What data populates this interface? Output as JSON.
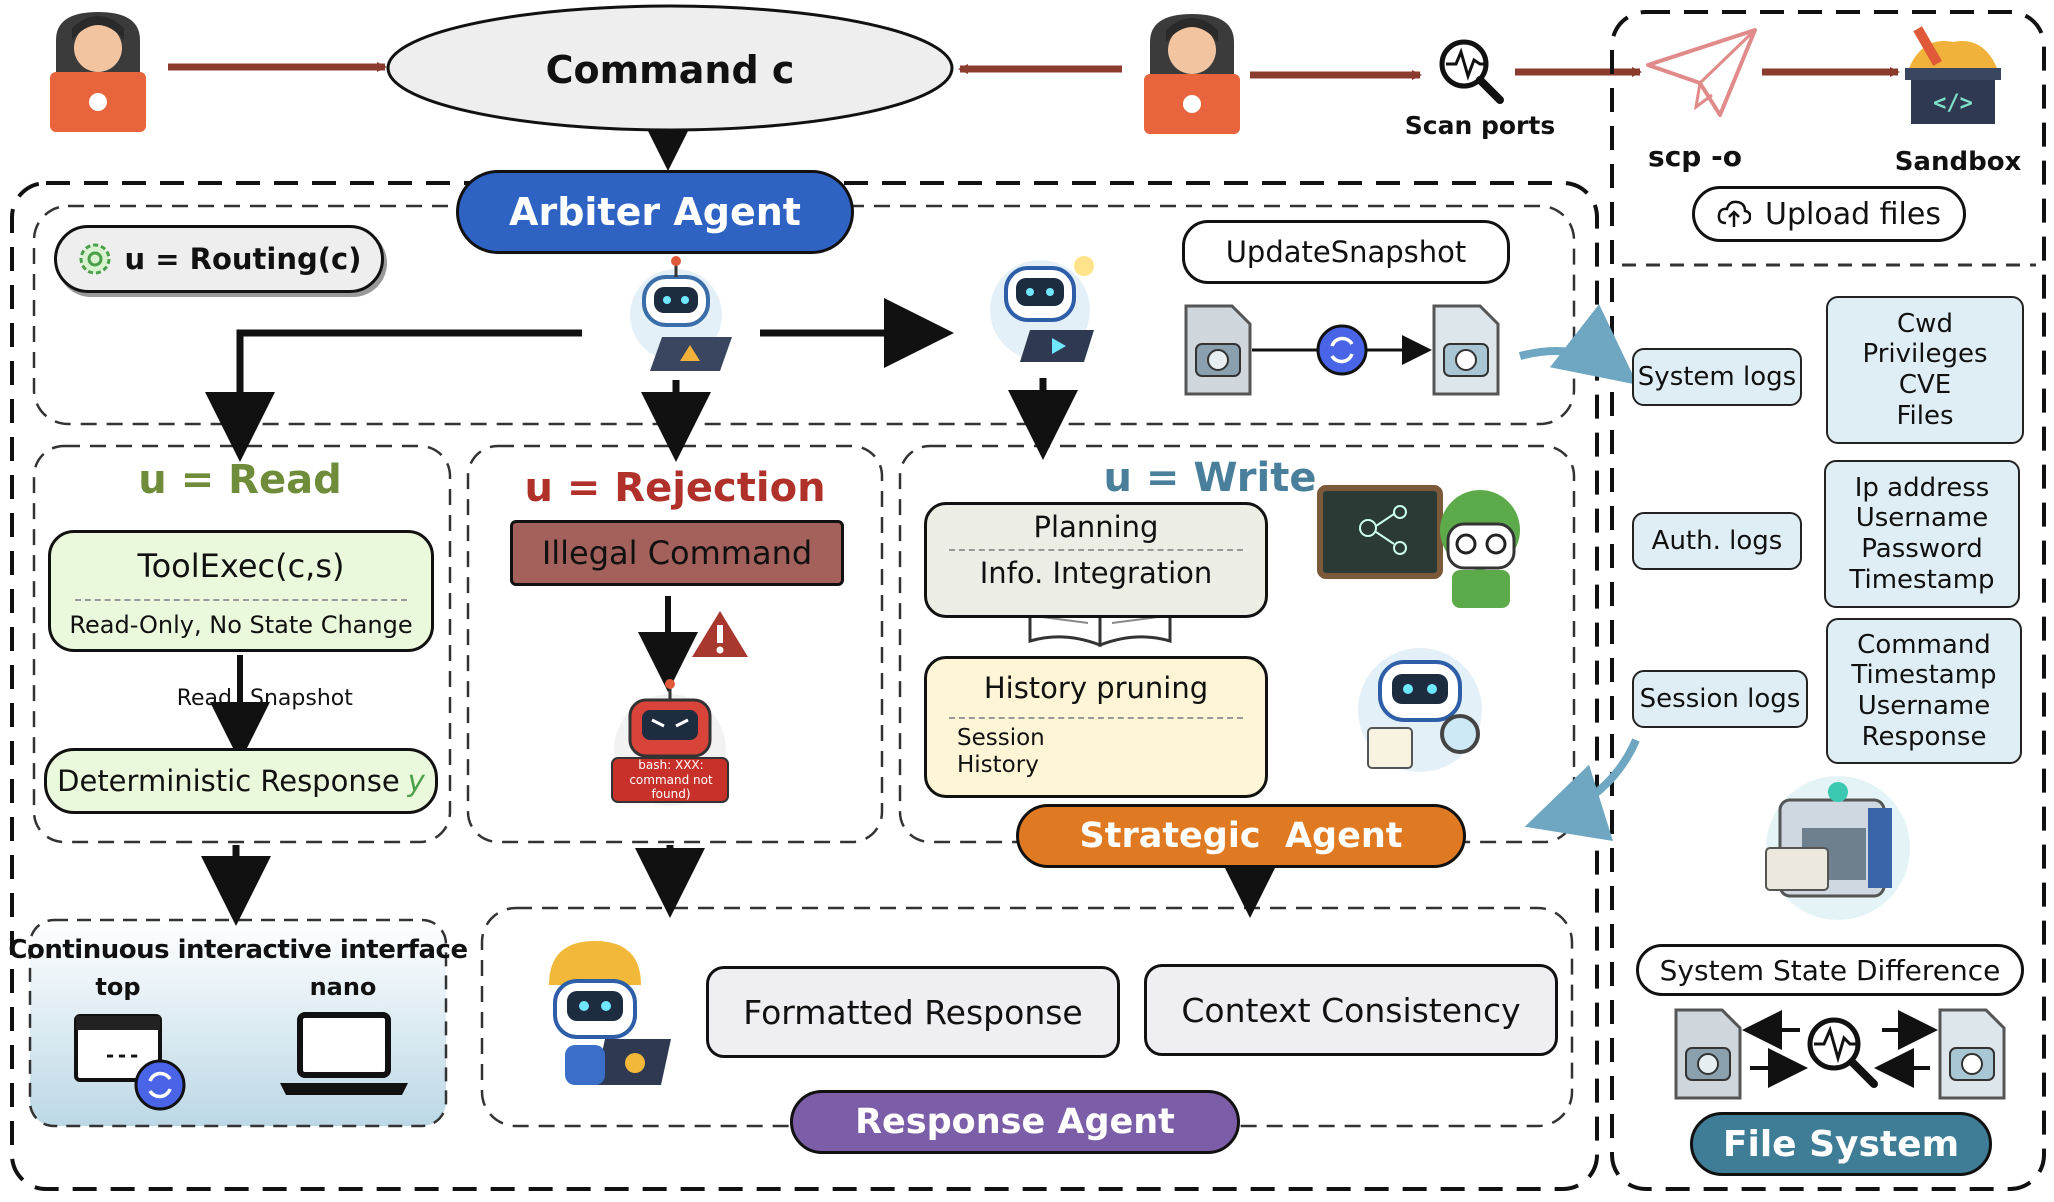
{
  "top": {
    "command": "Command c",
    "scan_ports": "Scan ports",
    "scp": "scp -o",
    "sandbox": "Sandbox",
    "upload_files": "Upload files"
  },
  "arbiter": {
    "title": "Arbiter Agent",
    "routing": "u = Routing(c)",
    "update_snapshot": "UpdateSnapshot"
  },
  "read": {
    "title": "u = Read",
    "toolexec": "ToolExec(c,s)",
    "toolexec_sub": "Read-Only, No State Change",
    "edge_left": "Read",
    "edge_right": "Snapshot",
    "det_response": "Deterministic Response",
    "det_symbol": "y"
  },
  "rejection": {
    "title": "u = Rejection",
    "illegal": "Illegal Command",
    "sign_text": "bash: XXX: command not found)"
  },
  "write": {
    "title": "u = Write",
    "planning": "Planning",
    "info_integration": "Info. Integration",
    "history_pruning": "History pruning",
    "session": "Session",
    "history": "History",
    "strategic_agent": "Strategic  Agent"
  },
  "interface": {
    "title": "Continuous interactive interface",
    "top_label": "top",
    "nano_label": "nano"
  },
  "response": {
    "formatted": "Formatted Response",
    "consistency": "Context Consistency",
    "agent": "Response Agent"
  },
  "filesystem": {
    "logs": [
      {
        "name": "System logs",
        "fields": [
          "Cwd",
          "Privileges",
          "CVE",
          "Files"
        ]
      },
      {
        "name": "Auth. logs",
        "fields": [
          "Ip address",
          "Username",
          "Password",
          "Timestamp"
        ]
      },
      {
        "name": "Session logs",
        "fields": [
          "Command",
          "Timestamp",
          "Username",
          "Response"
        ]
      }
    ],
    "state_diff": "System State Difference",
    "title": "File System"
  },
  "colors": {
    "arrow_red": "#8b3a2e",
    "arbiter_blue": "#2e63c4",
    "strategic_orange": "#e07a22",
    "response_purple": "#7b5ea7",
    "filesystem_teal": "#3f7d96",
    "read_green": "#6f8c3a",
    "rejection_red": "#b0302a",
    "write_blue": "#4a7f9c",
    "illegal_brown": "#a4605a",
    "toolexec_green": "#eaf8dc"
  },
  "icons": [
    "hacker-icon",
    "magnifier-pulse-icon",
    "paper-plane-icon",
    "sandbox-bucket-icon",
    "cloud-upload-icon",
    "gear-icon",
    "robot-icon",
    "snapshot-file-icon",
    "sync-icon",
    "warning-icon",
    "open-book-icon",
    "terminal-window-icon",
    "laptop-icon",
    "server-box-icon"
  ]
}
